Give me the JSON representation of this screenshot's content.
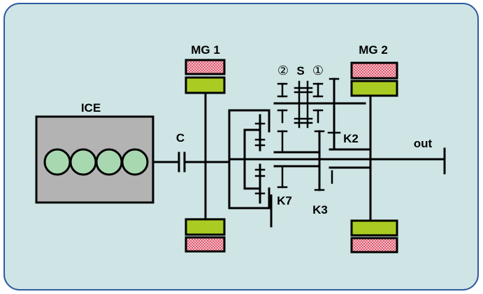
{
  "colors": {
    "background": "#cfe5e5",
    "border": "#2f5aa0",
    "engine_block": "#b3b3b3",
    "cylinder": "#a8d8b0",
    "stator": "#aacc22",
    "rotor_hatch": "#e05a70"
  },
  "labels": {
    "ice": "ICE",
    "clutch": "C",
    "mg1": "MG 1",
    "mg2": "MG 2",
    "out": "out",
    "k2": "K2",
    "k3": "K3",
    "k7": "K7",
    "gear_2": "②",
    "sun": "S",
    "gear_1": "①"
  }
}
